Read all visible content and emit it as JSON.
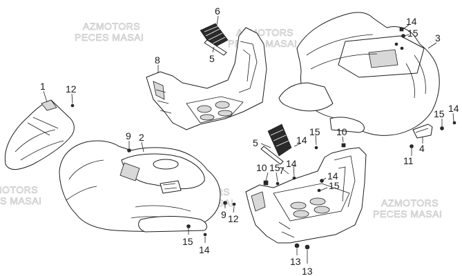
{
  "watermark": {
    "line1": "AZMOTORS",
    "line2": "PECES MASAI"
  },
  "callouts": [
    "1",
    "12",
    "9",
    "2",
    "8",
    "6",
    "5",
    "3",
    "14",
    "15",
    "5",
    "14",
    "15",
    "10",
    "7",
    "10",
    "15",
    "14",
    "15",
    "9",
    "12",
    "15",
    "14",
    "13",
    "13",
    "15",
    "14",
    "4",
    "11"
  ]
}
